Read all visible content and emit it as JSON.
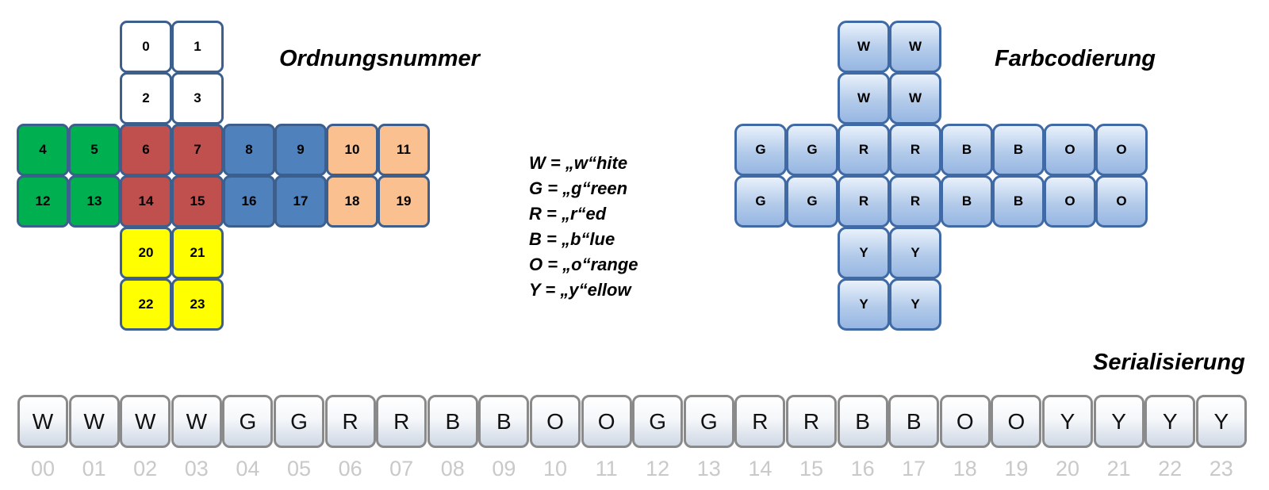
{
  "headings": {
    "ordnung": "Ordnungsnummer",
    "farb": "Farbcodierung",
    "serial": "Serialisierung"
  },
  "face_colors": {
    "white": "#ffffff",
    "green": "#00b050",
    "red": "#c0504d",
    "blue": "#4f81bd",
    "orange": "#fac090",
    "yellow": "#ffff00"
  },
  "numbered_cells": [
    {
      "label": "0",
      "face": "white"
    },
    {
      "label": "1",
      "face": "white"
    },
    {
      "label": "2",
      "face": "white"
    },
    {
      "label": "3",
      "face": "white"
    },
    {
      "label": "4",
      "face": "green"
    },
    {
      "label": "5",
      "face": "green"
    },
    {
      "label": "6",
      "face": "red"
    },
    {
      "label": "7",
      "face": "red"
    },
    {
      "label": "8",
      "face": "blue"
    },
    {
      "label": "9",
      "face": "blue"
    },
    {
      "label": "10",
      "face": "orange"
    },
    {
      "label": "11",
      "face": "orange"
    },
    {
      "label": "12",
      "face": "green"
    },
    {
      "label": "13",
      "face": "green"
    },
    {
      "label": "14",
      "face": "red"
    },
    {
      "label": "15",
      "face": "red"
    },
    {
      "label": "16",
      "face": "blue"
    },
    {
      "label": "17",
      "face": "blue"
    },
    {
      "label": "18",
      "face": "orange"
    },
    {
      "label": "19",
      "face": "orange"
    },
    {
      "label": "20",
      "face": "yellow"
    },
    {
      "label": "21",
      "face": "yellow"
    },
    {
      "label": "22",
      "face": "yellow"
    },
    {
      "label": "23",
      "face": "yellow"
    }
  ],
  "color_cells": [
    "W",
    "W",
    "W",
    "W",
    "G",
    "G",
    "R",
    "R",
    "B",
    "B",
    "O",
    "O",
    "G",
    "G",
    "R",
    "R",
    "B",
    "B",
    "O",
    "O",
    "Y",
    "Y",
    "Y",
    "Y"
  ],
  "legend": [
    "W = „w“hite",
    "G = „g“reen",
    "R = „r“ed",
    "B = „b“lue",
    "O = „o“range",
    "Y = „y“ellow"
  ],
  "serialization": {
    "values": [
      "W",
      "W",
      "W",
      "W",
      "G",
      "G",
      "R",
      "R",
      "B",
      "B",
      "O",
      "O",
      "G",
      "G",
      "R",
      "R",
      "B",
      "B",
      "O",
      "O",
      "Y",
      "Y",
      "Y",
      "Y"
    ],
    "indices": [
      "00",
      "01",
      "02",
      "03",
      "04",
      "05",
      "06",
      "07",
      "08",
      "09",
      "10",
      "11",
      "12",
      "13",
      "14",
      "15",
      "16",
      "17",
      "18",
      "19",
      "20",
      "21",
      "22",
      "23"
    ]
  }
}
